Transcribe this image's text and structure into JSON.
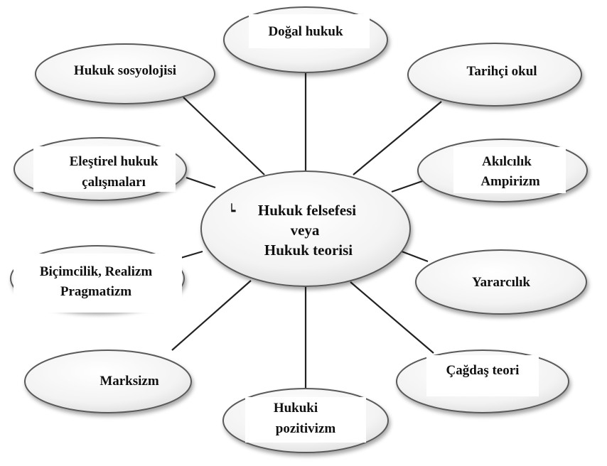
{
  "center": {
    "line1": "Hukuk felsefesi",
    "line2": "veya",
    "line3": "Hukuk teorisi",
    "mark": "┕"
  },
  "nodes": {
    "dogal_hukuk": "Doğal hukuk",
    "hukuk_sosyolojisi": "Hukuk sosyolojisi",
    "tarihci_okul": "Tarihçi okul",
    "elestirel_line1": "Eleştirel hukuk",
    "elestirel_line2": "çalışmaları",
    "akilcilik": "Akılcılık",
    "ampirizm": "Ampirizm",
    "bicimcilik_line1": "Biçimcilik, Realizm",
    "bicimcilik_line2": "Pragmatizm",
    "yararcilik": "Yararcılık",
    "marksizm": "Marksizm",
    "cagdas_teori": "Çağdaş teori",
    "hukuki_line1": "Hukuki",
    "hukuki_line2": "pozitivizm"
  },
  "colors": {
    "ellipse_fill": "#f2f2f2",
    "ellipse_stroke": "#5a5a5a",
    "connector": "#222222",
    "text": "#111111"
  }
}
